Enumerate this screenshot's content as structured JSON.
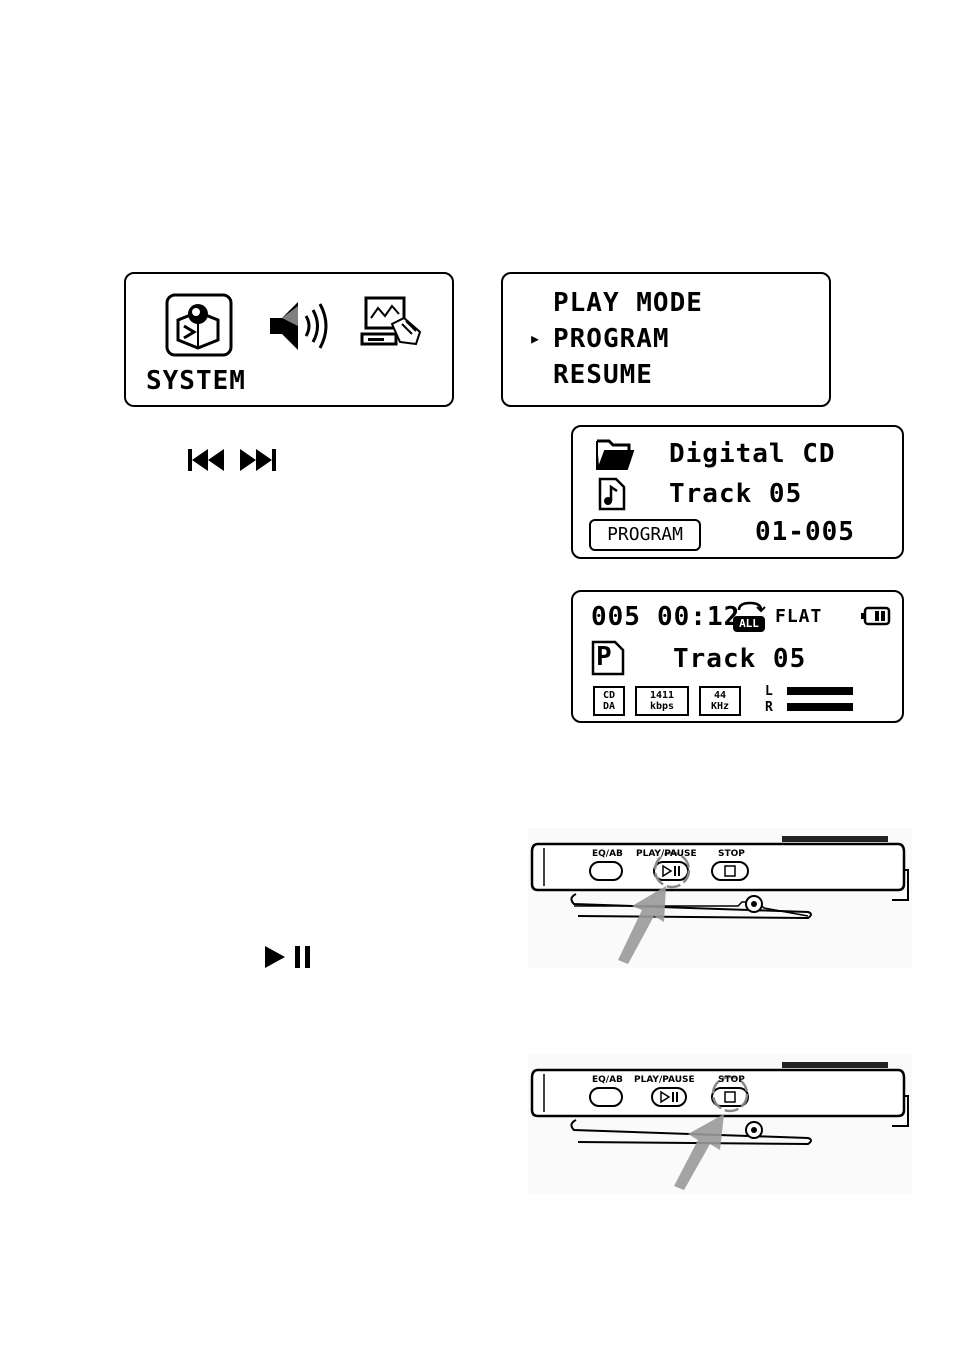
{
  "system_screen": {
    "label": "SYSTEM",
    "icons": [
      "system-settings-icon",
      "speaker-sound-icon",
      "computer-touch-icon"
    ]
  },
  "play_mode_menu": {
    "items": [
      "PLAY MODE",
      "PROGRAM",
      "RESUME"
    ],
    "selected_index": 1,
    "cursor": "▸"
  },
  "nav_buttons": {
    "prev_icon": "previous-track-icon",
    "next_icon": "next-track-icon"
  },
  "program_screen": {
    "folder_label": "Digital CD",
    "track_label": "Track 05",
    "badge": "PROGRAM",
    "counter": "01-005"
  },
  "playback_screen": {
    "track_number": "005",
    "time": "00:12",
    "repeat_badge": "ALL",
    "eq": "FLAT",
    "program_letter": "P",
    "track_label": "Track 05",
    "format_top": "CD",
    "format_bottom": "DA",
    "bitrate_top": "1411",
    "bitrate_bottom": "kbps",
    "samplerate_top": "44",
    "samplerate_bottom": "KHz",
    "left_channel": "L",
    "right_channel": "R"
  },
  "play_pause_symbol": "▶ II",
  "device_top": {
    "eq_label": "EQ/AB",
    "play_label": "PLAY/PAUSE",
    "stop_label": "STOP",
    "highlight": "play-pause"
  },
  "device_bottom": {
    "eq_label": "EQ/AB",
    "play_label": "PLAY/PAUSE",
    "stop_label": "STOP",
    "highlight": "stop"
  }
}
